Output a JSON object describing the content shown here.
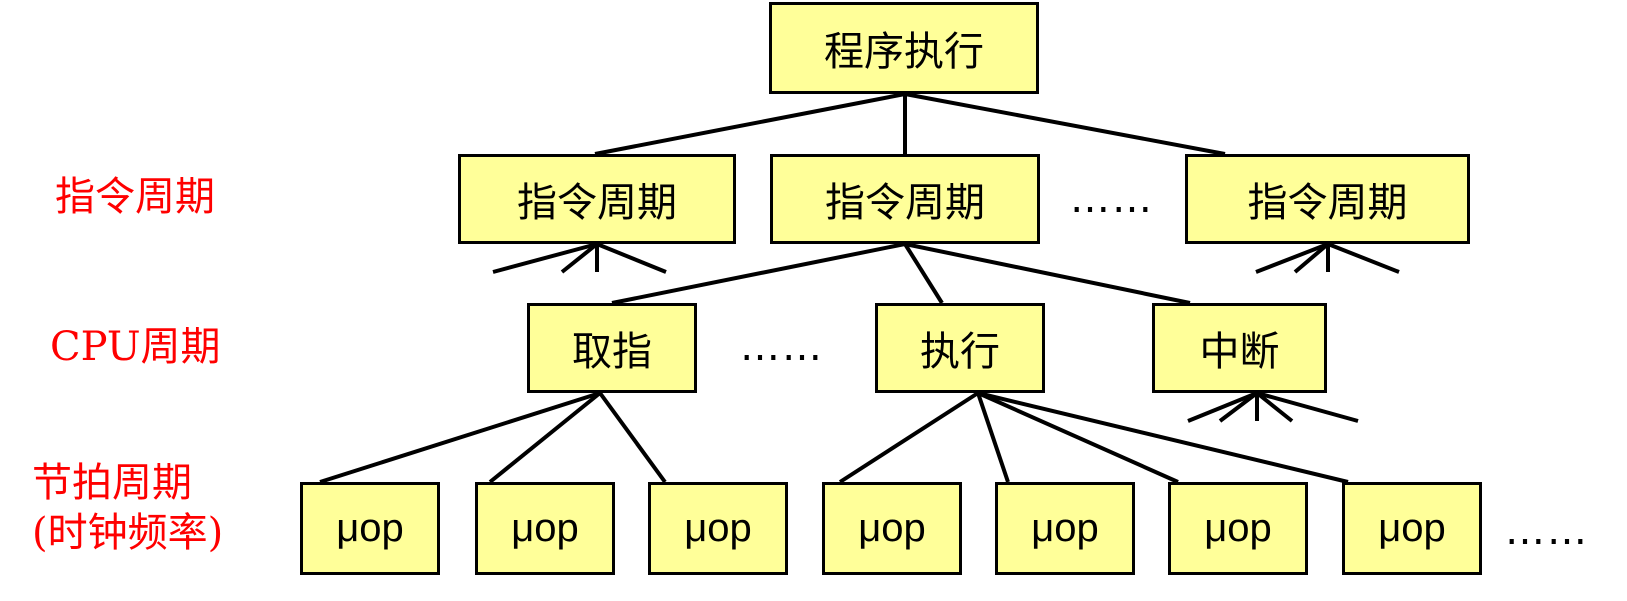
{
  "colors": {
    "box_fill": "#ffff99",
    "box_border": "#000000",
    "label_text": "#ff0000",
    "line": "#000000"
  },
  "nodes": {
    "root": "程序执行",
    "instr_1": "指令周期",
    "instr_2": "指令周期",
    "instr_3": "指令周期",
    "cpu_fetch": "取指",
    "cpu_execute": "执行",
    "cpu_interrupt": "中断",
    "uop": [
      "μop",
      "μop",
      "μop",
      "μop",
      "μop",
      "μop",
      "μop"
    ]
  },
  "ellipses": {
    "instr": "……",
    "cpu": "……",
    "uop": "……"
  },
  "levels": {
    "instruction": "指令周期",
    "cpu": "CPU周期",
    "beat_line1": "节拍周期",
    "beat_line2": "(时钟频率)"
  }
}
